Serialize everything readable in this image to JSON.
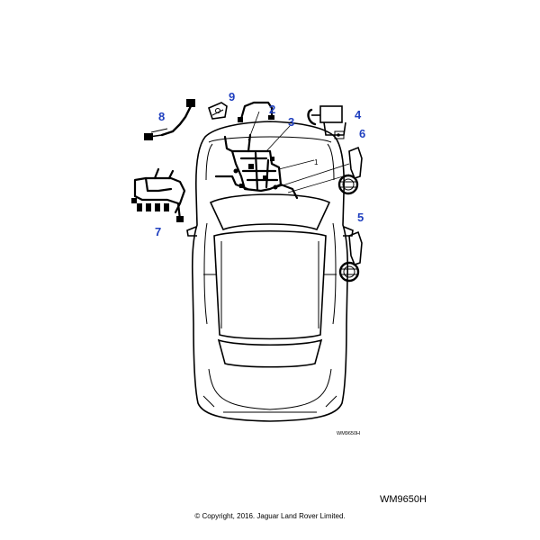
{
  "diagram": {
    "callouts": [
      "1",
      "2",
      "3",
      "4",
      "5",
      "6",
      "7",
      "8",
      "9"
    ],
    "inner_reference": "WM9650H",
    "reference_code": "WM9650H",
    "copyright": "© Copyright, 2016. Jaguar Land Rover Limited.",
    "callout_color": "#1f3fbf"
  }
}
